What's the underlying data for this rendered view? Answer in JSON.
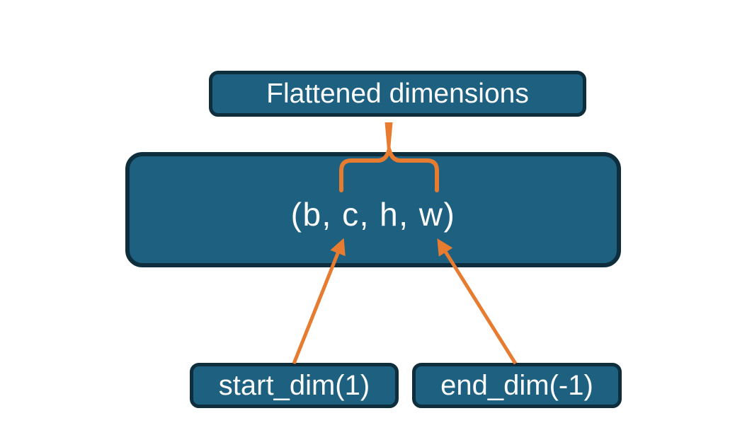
{
  "colors": {
    "box_fill": "#1e6080",
    "box_border": "#0e2e3e",
    "accent_orange": "#e77c31",
    "text": "#fbfbfb",
    "background": "#ffffff"
  },
  "nodes": {
    "flattened": {
      "label": "Flattened dimensions"
    },
    "tensor": {
      "label": "(b, c, h, w)"
    },
    "start_dim": {
      "label": "start_dim(1)"
    },
    "end_dim": {
      "label": "end_dim(-1)"
    }
  }
}
